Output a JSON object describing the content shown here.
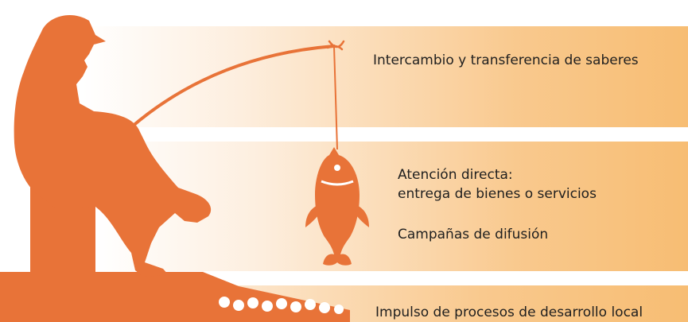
{
  "colors": {
    "figure": "#e87338",
    "band_light": "#fdeede",
    "band_dark": "#f7bd73",
    "text": "#1f1f1f"
  },
  "icons": {
    "fisherman": "fisherman-silhouette-icon",
    "fish": "fish-icon",
    "fishing_line": "fishing-line-icon",
    "shore": "rock-shore-icon"
  },
  "levels": {
    "top": {
      "label": "Intercambio y transferencia de saberes"
    },
    "middle": {
      "line1": "Atención directa:",
      "line2": "entrega de bienes o servicios",
      "line3": "Campañas de difusión"
    },
    "bottom": {
      "label": "Impulso de procesos de desarrollo local"
    }
  }
}
